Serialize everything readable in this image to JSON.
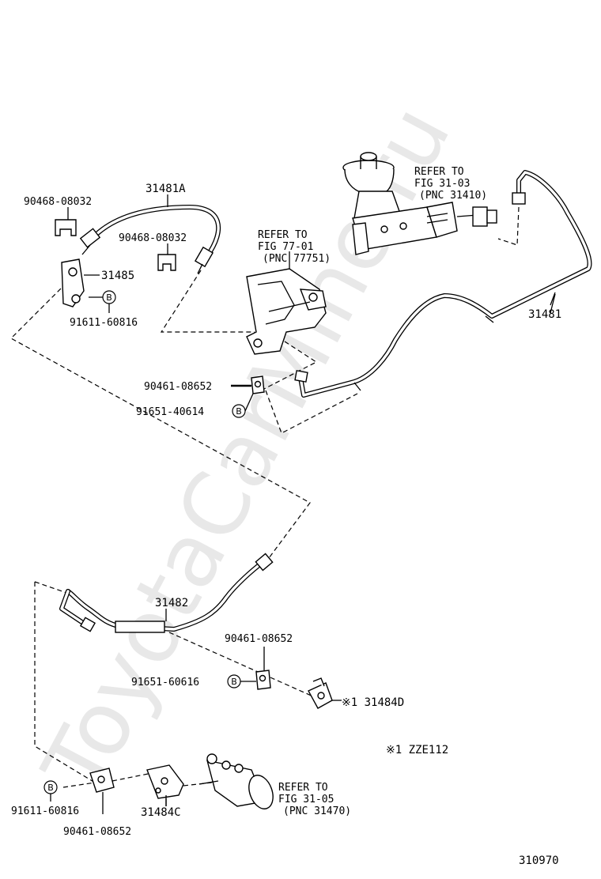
{
  "watermark": "ToyotaCarMine.ru",
  "figure_number": "310970",
  "note": "※1 ZZE112",
  "callouts": {
    "hose_31481A": "31481A",
    "clip_90468_08032_a": "90468-08032",
    "clip_90468_08032_b": "90468-08032",
    "bracket_31485": "31485",
    "bolt_91611_60816_a": "91611-60816",
    "clamp_90461_08652_a": "90461-08652",
    "bolt_91651_40614": "91651-40614",
    "tube_31481": "31481",
    "tube_31482": "31482",
    "clamp_90461_08652_b": "90461-08652",
    "bolt_91651_60616": "91651-60616",
    "bracket_31484D": "※1 31484D",
    "bolt_91611_60816_b": "91611-60816",
    "clamp_90461_08652_c": "90461-08652",
    "bracket_31484C": "31484C"
  },
  "refer_notes": {
    "master_cylinder": [
      "REFER TO",
      "FIG 31-03",
      "(PNC 31410)"
    ],
    "pedal_bracket": [
      "REFER TO",
      "FIG 77-01",
      "(PNC 77751)"
    ],
    "release_cylinder": [
      "REFER TO",
      "FIG 31-05",
      "(PNC 31470)"
    ]
  },
  "badge_letter": "B"
}
